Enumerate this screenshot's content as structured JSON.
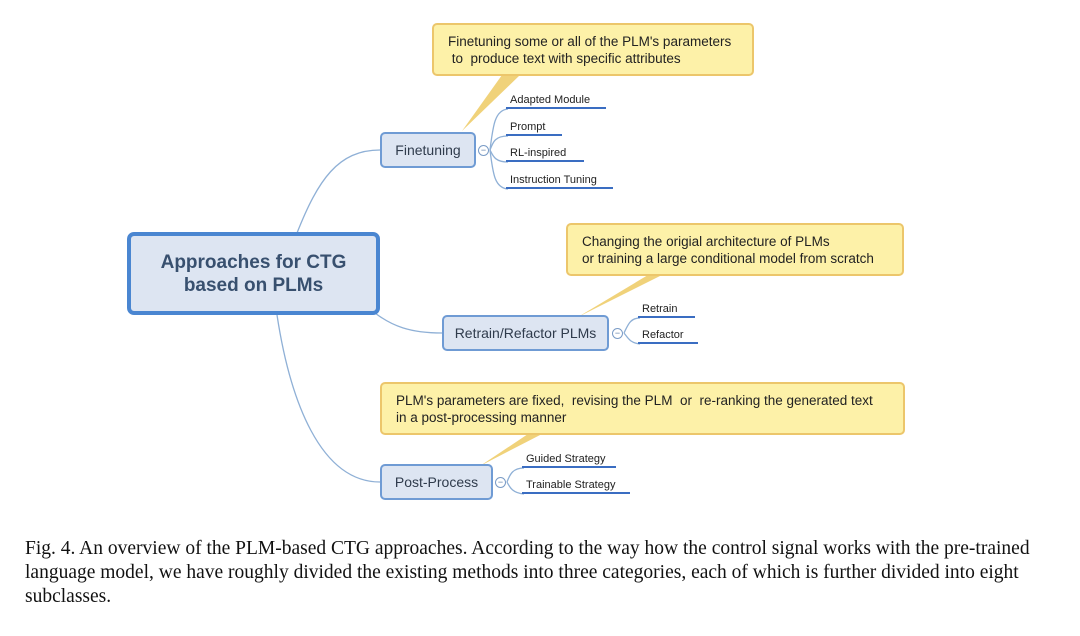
{
  "diagram": {
    "root": {
      "line1": "Approaches for CTG",
      "line2": "based on PLMs"
    },
    "branches": {
      "finetuning": {
        "label": "Finetuning",
        "callout": [
          "Finetuning some or all of the PLM's parameters",
          " to  produce text with specific attributes"
        ],
        "leaves": [
          "Adapted Module",
          "Prompt",
          "RL-inspired",
          "Instruction Tuning"
        ]
      },
      "retrain": {
        "label": "Retrain/Refactor PLMs",
        "callout": [
          "Changing the origial architecture of PLMs",
          "or training a large conditional model from scratch"
        ],
        "leaves": [
          "Retrain",
          "Refactor"
        ]
      },
      "postprocess": {
        "label": "Post-Process",
        "callout": [
          "PLM's parameters are fixed,  revising the PLM  or  re-ranking the generated text",
          "in a post-processing manner"
        ],
        "leaves": [
          "Guided Strategy",
          "Trainable Strategy"
        ]
      }
    },
    "collapse_symbol": "−"
  },
  "caption": {
    "text": "Fig. 4.  An overview of the PLM-based CTG approaches. According to the way how the control signal works with the pre-trained language model, we have roughly divided the existing methods into three categories, each of which is further divided into eight subclasses."
  },
  "colors": {
    "root_border": "#4a86d1",
    "node_fill": "#dde5f2",
    "callout_fill": "#fdf1a8",
    "callout_border": "#ecc66b",
    "leaf_underline": "#3a6dc2",
    "connector": "#8fb0d6"
  }
}
